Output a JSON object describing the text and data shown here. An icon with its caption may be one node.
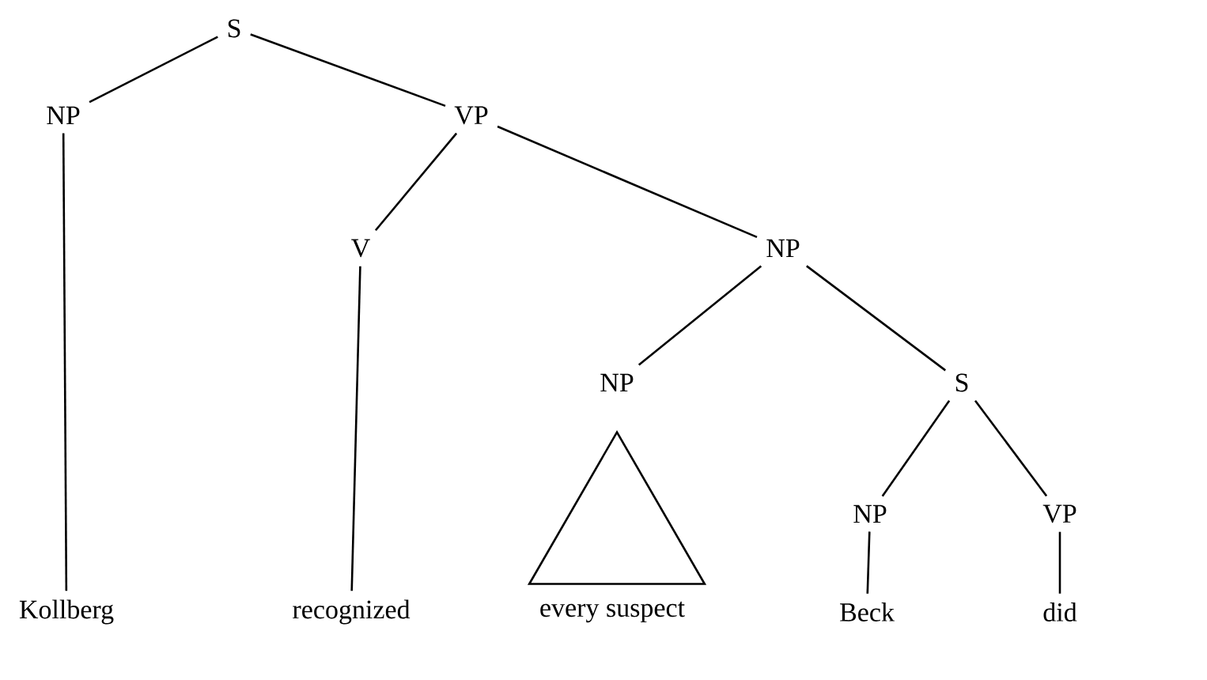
{
  "diagram": {
    "nodes": [
      {
        "text": [
          "S"
        ]
      },
      {
        "text": [
          "NP"
        ]
      },
      {
        "text": [
          "VP"
        ]
      },
      {
        "text": [
          "V"
        ]
      },
      {
        "text": [
          "NP"
        ]
      },
      {
        "text": [
          "NP"
        ]
      },
      {
        "text": [
          "S"
        ]
      },
      {
        "text": [],
        "shape": "triangle"
      },
      {
        "text": [
          "NP"
        ]
      },
      {
        "text": [
          "VP"
        ]
      },
      {
        "text": [
          "Kollberg"
        ]
      },
      {
        "text": [
          "recognized"
        ]
      },
      {
        "text": [
          "every suspect"
        ]
      },
      {
        "text": [
          "Beck"
        ]
      },
      {
        "text": [
          "did"
        ]
      }
    ],
    "edges": [
      {
        "from": 0,
        "to": 1,
        "arrow": "none"
      },
      {
        "from": 0,
        "to": 2,
        "arrow": "none"
      },
      {
        "from": 1,
        "to": 10,
        "arrow": "none"
      },
      {
        "from": 2,
        "to": 3,
        "arrow": "none"
      },
      {
        "from": 2,
        "to": 4,
        "arrow": "none"
      },
      {
        "from": 3,
        "to": 11,
        "arrow": "none"
      },
      {
        "from": 4,
        "to": 5,
        "arrow": "none"
      },
      {
        "from": 4,
        "to": 6,
        "arrow": "none"
      },
      {
        "from": 6,
        "to": 8,
        "arrow": "none"
      },
      {
        "from": 6,
        "to": 9,
        "arrow": "none"
      },
      {
        "from": 8,
        "to": 13,
        "arrow": "none"
      },
      {
        "from": 9,
        "to": 14,
        "arrow": "none"
      }
    ]
  }
}
